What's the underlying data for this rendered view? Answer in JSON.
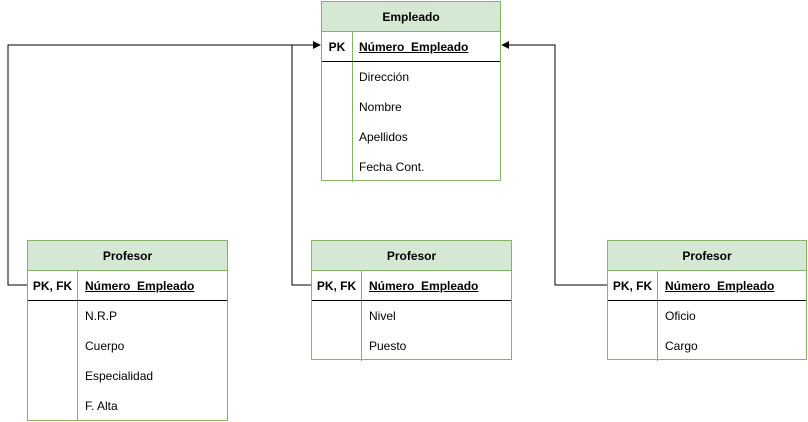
{
  "diagram": {
    "colors": {
      "header_fill": "#d5e8d4",
      "border": "#82b366",
      "line": "#000000"
    },
    "entities": [
      {
        "id": "empleado",
        "title": "Empleado",
        "pk_label": "PK",
        "pk_field": "Número_Empleado",
        "fields": [
          "Dirección",
          "Nombre",
          "Apellidos",
          "Fecha Cont."
        ]
      },
      {
        "id": "profesor-1",
        "title": "Profesor",
        "pk_label": "PK, FK",
        "pk_field": "Número_Empleado",
        "fields": [
          "N.R.P",
          "Cuerpo",
          "Especialidad",
          "F. Alta"
        ]
      },
      {
        "id": "profesor-2",
        "title": "Profesor",
        "pk_label": "PK, FK",
        "pk_field": "Número_Empleado",
        "fields": [
          "Nivel",
          "Puesto"
        ]
      },
      {
        "id": "profesor-3",
        "title": "Profesor",
        "pk_label": "PK, FK",
        "pk_field": "Número_Empleado",
        "fields": [
          "Oficio",
          "Cargo"
        ]
      }
    ]
  }
}
